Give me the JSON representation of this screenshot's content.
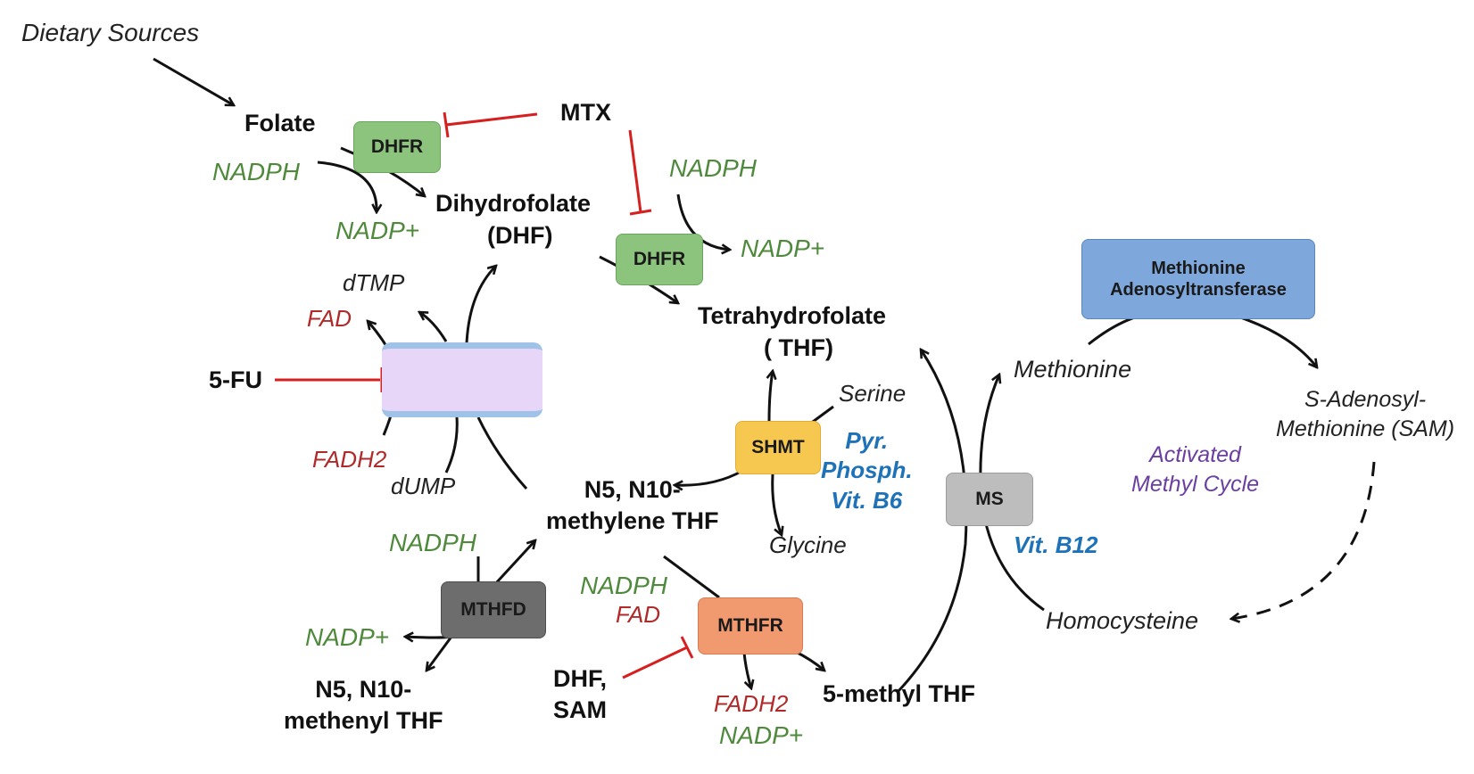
{
  "labels": {
    "dietary_sources": "Dietary Sources",
    "folate": "Folate",
    "mtx": "MTX",
    "nadph_1": "NADPH",
    "nadp_plus_1": "NADP+",
    "dihydrofolate": "Dihydrofolate",
    "dhf_abbrev": "(DHF)",
    "nadph_2": "NADPH",
    "nadp_plus_2": "NADP+",
    "tetrahydrofolate": "Tetrahydrofolate",
    "thf_abbrev": "( THF)",
    "dtmp": "dTMP",
    "fad_1": "FAD",
    "five_fu": "5-FU",
    "fadh2_1": "FADH2",
    "dump": "dUMP",
    "serine": "Serine",
    "glycine": "Glycine",
    "pyr_line1": "Pyr.",
    "pyr_line2": "Phosph.",
    "pyr_line3": "Vit. B6",
    "methylene_line1": "N5, N10-",
    "methylene_line2": "methylene THF",
    "nadph_3": "NADPH",
    "nadp_plus_3": "NADP+",
    "methenyl_line1": "N5, N10-",
    "methenyl_line2": "methenyl THF",
    "nadph_4": "NADPH",
    "fad_2": "FAD",
    "dhf_sam_line1": "DHF,",
    "dhf_sam_line2": "SAM",
    "fadh2_2": "FADH2",
    "nadp_plus_4": "NADP+",
    "five_methyl_thf": "5-methyl THF",
    "methionine": "Methionine",
    "sam_line1": "S-Adenosyl-",
    "sam_line2": "Methionine (SAM)",
    "activated_line1": "Activated",
    "activated_line2": "Methyl Cycle",
    "vit_b12": "Vit. B12",
    "homocysteine": "Homocysteine"
  },
  "enzymes": {
    "dhfr_1": "DHFR",
    "dhfr_2": "DHFR",
    "shmt": "SHMT",
    "ms": "MS",
    "mthfd": "MTHFD",
    "mthfr": "MTHFR",
    "mat_line1": "Methionine",
    "mat_line2": "Adenosyltransferase",
    "ts": ""
  },
  "colors": {
    "activation_arrow": "#111111",
    "inhibition_line": "#d62020",
    "cofactor_text": "#4f8a3c",
    "flavin_text": "#b02a2a",
    "vitamin_text": "#1e72b8",
    "cycle_text": "#6a3fa0"
  }
}
